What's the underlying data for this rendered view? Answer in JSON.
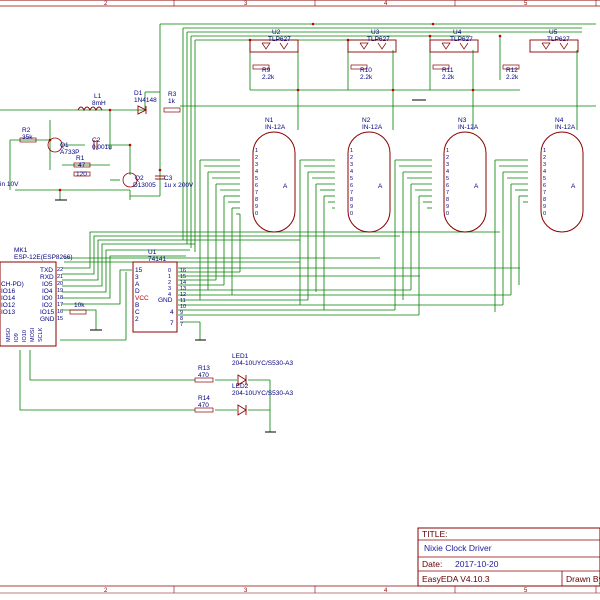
{
  "frame": {
    "col_markers": [
      "2",
      "3",
      "4",
      "5"
    ]
  },
  "title_block": {
    "title_label": "TITLE:",
    "title": "Nixie Clock Driver",
    "date_label": "Date:",
    "date": "2017-10-20",
    "tool": "EasyEDA V4.10.3",
    "drawn_label": "Drawn By"
  },
  "optos": [
    {
      "ref": "U2",
      "part": "TLP627",
      "res_ref": "R9",
      "res_val": "2.2k"
    },
    {
      "ref": "U3",
      "part": "TLP627",
      "res_ref": "R10",
      "res_val": "2.2k"
    },
    {
      "ref": "U4",
      "part": "TLP627",
      "res_ref": "R11",
      "res_val": "2.2k"
    },
    {
      "ref": "U5",
      "part": "TLP627",
      "res_ref": "R12",
      "res_val": "2.2k"
    }
  ],
  "nixies": [
    {
      "ref": "N1",
      "part": "IN-12A"
    },
    {
      "ref": "N2",
      "part": "IN-12A"
    },
    {
      "ref": "N3",
      "part": "IN-12A"
    },
    {
      "ref": "N4",
      "part": "IN-12A"
    }
  ],
  "nixie_pins": [
    "1",
    "2",
    "3",
    "4",
    "5",
    "6",
    "7",
    "8",
    "9",
    "0"
  ],
  "nixie_anode": "A",
  "power": {
    "l1_ref": "L1",
    "l1_val": "8mH",
    "d1_ref": "D1",
    "d1_val": "1N4148",
    "r3_ref": "R3",
    "r3_val": "1k",
    "r2_ref": "R2",
    "r2_val": "35k",
    "q1_ref": "Q1",
    "q1_val": "A733P",
    "c2_ref": "C2",
    "c2_val": "0.001u",
    "r1_ref": "R1",
    "r1_val": "47",
    "r_extra": "120",
    "q2_ref": "Q2",
    "q2_val": "D13005",
    "c3_ref": "C3",
    "c3_val": "1u x 200V",
    "vin": "in 10V"
  },
  "mcu": {
    "ref": "MK1",
    "part": "ESP-12E(ESP8266)",
    "right_pins": [
      "TXD",
      "RXD",
      "IO5",
      "IO4",
      "IO0",
      "IO2",
      "IO15",
      "GND"
    ],
    "left_pins": [
      "CH-PD)",
      "IO16",
      "IO14",
      "IO12",
      "IO13"
    ],
    "bottom_pins": [
      "MISO",
      "IO9",
      "IO10",
      "MOSI",
      "SCLK"
    ],
    "right_nums": [
      "22",
      "21",
      "20",
      "19",
      "18",
      "17",
      "16",
      "15"
    ],
    "resistor": "10k"
  },
  "decoder": {
    "ref": "U1",
    "part": "74141",
    "left_pins": [
      "15",
      "3",
      "A",
      "D",
      "VCC",
      "B",
      "C",
      "2"
    ],
    "right_pins": [
      "0",
      "1",
      "2",
      "3",
      "4",
      "5",
      "6",
      "7",
      "8",
      "9"
    ],
    "right_nums": [
      "16",
      "15",
      "14",
      "13",
      "12",
      "11",
      "10",
      "9",
      "8",
      "7"
    ],
    "gnd": "GND",
    "num1": "4",
    "num2": "7"
  },
  "leds": [
    {
      "res_ref": "R13",
      "res_val": "470",
      "ref": "LED1",
      "part": "204-10UYC/S530-A3"
    },
    {
      "res_ref": "R14",
      "res_val": "470",
      "ref": "LED2",
      "part": "204-10UYC/S530-A3"
    }
  ]
}
